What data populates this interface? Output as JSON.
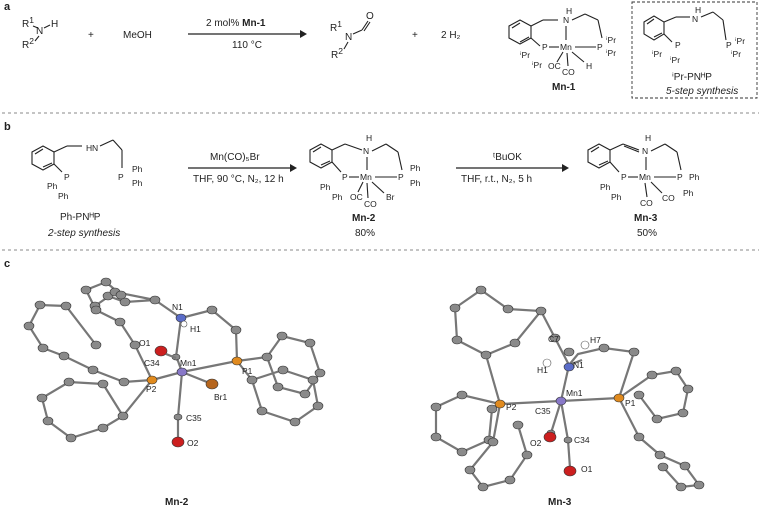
{
  "panels": {
    "a": "a",
    "b": "b",
    "c": "c"
  },
  "panel_a": {
    "reactant_amine_r1": "R",
    "reactant_amine_sup1": "1",
    "reactant_amine_n": "N",
    "reactant_amine_h": "H",
    "reactant_amine_r2": "R",
    "reactant_amine_sup2": "2",
    "plus1": "+",
    "meoh": "MeOH",
    "conditions_top": "2 mol% ",
    "catalyst_name": "Mn-1",
    "conditions_bottom": "110 °C",
    "product_r1": "R",
    "product_n": "N",
    "product_o": "O",
    "product_r2": "R",
    "plus2": "+",
    "h2": "2 H₂",
    "mn1_label": "Mn-1",
    "mn1_h": "H",
    "mn1_n": "N",
    "mn1_mn": "Mn",
    "mn1_p_left": "P",
    "mn1_p_right": "P",
    "mn1_ipr1": "ⁱPr",
    "mn1_ipr2": "ⁱPr",
    "mn1_ipr3": "ⁱPr",
    "mn1_ipr4": "ⁱPr",
    "mn1_oc": "OC",
    "mn1_co": "CO",
    "mn1_hydride": "H",
    "ligand_h": "H",
    "ligand_n": "N",
    "ligand_p_left": "P",
    "ligand_p_right": "P",
    "ligand_ipr1": "ⁱPr",
    "ligand_ipr2": "ⁱPr",
    "ligand_ipr3": "ⁱPr",
    "ligand_ipr4": "ⁱPr",
    "ligand_name": "ⁱPr-PNᴴP",
    "ligand_note": "5-step synthesis"
  },
  "panel_b": {
    "ligand_h": "H",
    "ligand_n": "N",
    "ligand_p_left": "P",
    "ligand_p_right": "P",
    "ligand_ph1": "Ph",
    "ligand_ph2": "Ph",
    "ligand_ph3": "Ph",
    "ligand_ph4": "Ph",
    "ligand_name": "Ph-PNᴴP",
    "ligand_note": "2-step synthesis",
    "step1_top": "Mn(CO)₅Br",
    "step1_bottom": "THF, 90 °C, N₂, 12 h",
    "mn2_h": "H",
    "mn2_n": "N",
    "mn2_mn": "Mn",
    "mn2_p_left": "P",
    "mn2_p_right": "P",
    "mn2_ph1": "Ph",
    "mn2_ph2": "Ph",
    "mn2_ph3": "Ph",
    "mn2_ph4": "Ph",
    "mn2_oc": "OC",
    "mn2_co": "CO",
    "mn2_br": "Br",
    "mn2_label": "Mn-2",
    "mn2_yield": "80%",
    "step2_top": "ᵗBuOK",
    "step2_bottom": "THF, r.t., N₂, 5 h",
    "mn3_h": "H",
    "mn3_n": "N",
    "mn3_mn": "Mn",
    "mn3_p_left": "P",
    "mn3_p_right": "P",
    "mn3_ph1": "Ph",
    "mn3_ph2": "Ph",
    "mn3_ph3": "Ph",
    "mn3_ph4": "Ph",
    "mn3_co1": "CO",
    "mn3_co2": "CO",
    "mn3_label": "Mn-3",
    "mn3_yield": "50%"
  },
  "panel_c": {
    "left": {
      "title": "Mn-2",
      "labels": [
        "N1",
        "H1",
        "O1",
        "C34",
        "Mn1",
        "P2",
        "P1",
        "Br1",
        "C35",
        "O2"
      ]
    },
    "right": {
      "title": "Mn-3",
      "labels": [
        "C7",
        "H7",
        "N1",
        "H1",
        "Mn1",
        "P2",
        "P1",
        "C35",
        "O2",
        "C34",
        "O1"
      ]
    }
  },
  "colors": {
    "mn": "#8878c8",
    "p": "#e08a1e",
    "n": "#5a6cc8",
    "o": "#cc1f1f",
    "br": "#b5651d",
    "c": "#8a8a8a",
    "h": "#ffffff"
  }
}
